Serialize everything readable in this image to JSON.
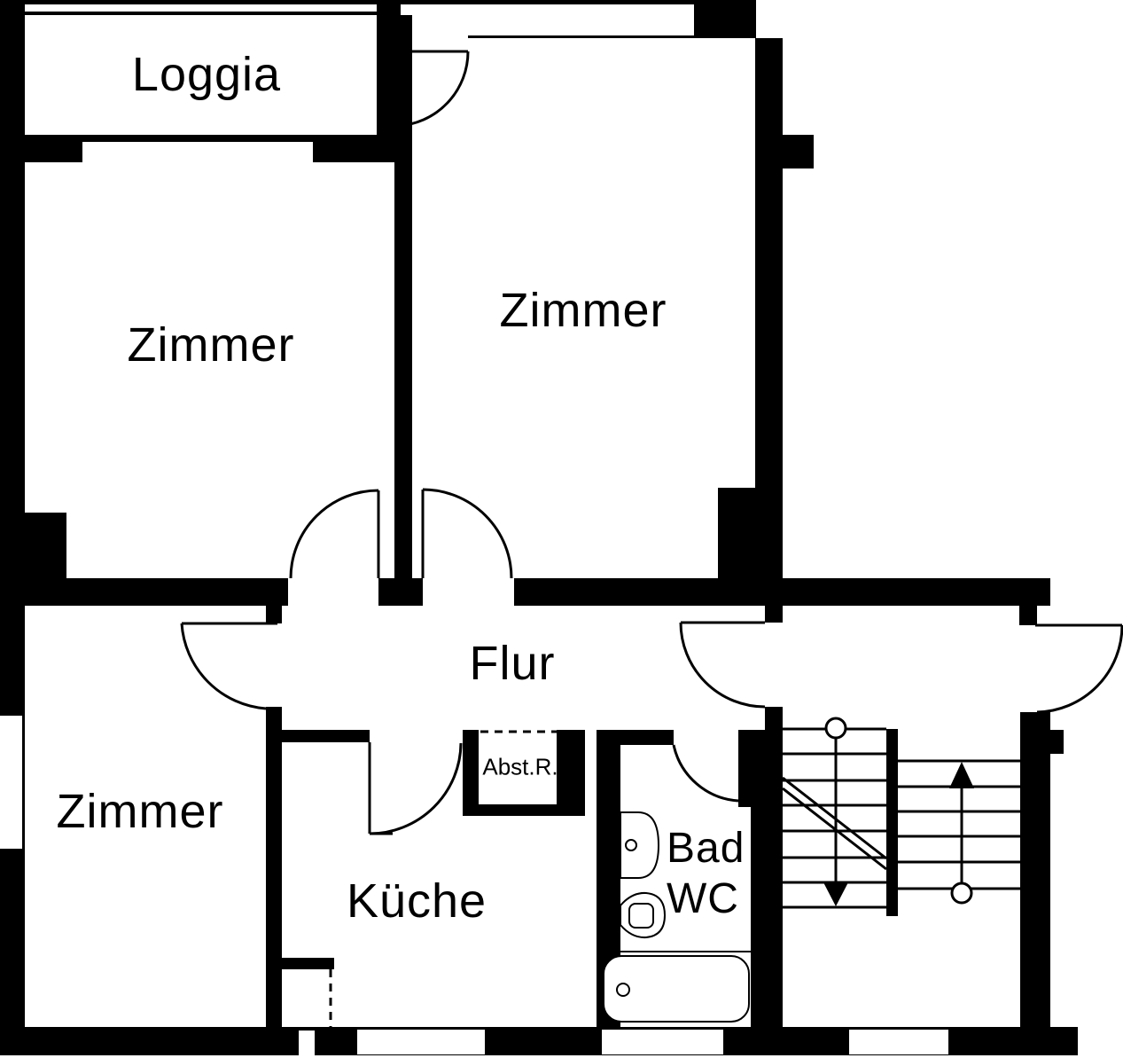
{
  "meta": {
    "type": "floor-plan",
    "language": "de"
  },
  "colors": {
    "wall": "#000000",
    "background": "#ffffff",
    "text": "#000000"
  },
  "rooms": {
    "loggia": {
      "label": "Loggia"
    },
    "zimmer_top_left": {
      "label": "Zimmer"
    },
    "zimmer_top_right": {
      "label": "Zimmer"
    },
    "zimmer_bottom_left": {
      "label": "Zimmer"
    },
    "flur": {
      "label": "Flur"
    },
    "abstellraum": {
      "label": "Abst.R."
    },
    "kueche": {
      "label": "Küche"
    },
    "bad_wc": {
      "label_line1": "Bad",
      "label_line2": "WC"
    }
  },
  "symbols": {
    "staircase_up_arrow": "up-arrow",
    "staircase_down_arrow": "down-arrow",
    "fixtures": [
      "washbasin",
      "toilet",
      "bathtub"
    ]
  }
}
